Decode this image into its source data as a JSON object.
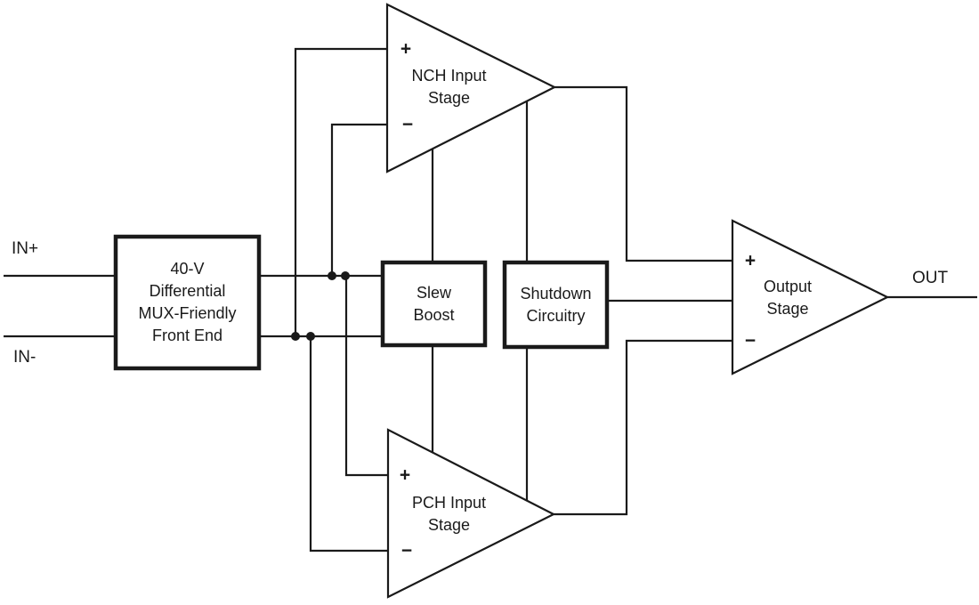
{
  "diagram": {
    "inputs": {
      "in_plus": "IN+",
      "in_minus": "IN-"
    },
    "output": {
      "label": "OUT"
    },
    "blocks": {
      "front_end": {
        "label": "40-V\nDifferential\nMUX-Friendly\nFront End"
      },
      "slew_boost": {
        "label": "Slew\nBoost"
      },
      "shutdown": {
        "label": "Shutdown\nCircuitry"
      },
      "nch_input_stage": {
        "label": "NCH Input\nStage",
        "plus": "+",
        "minus": "−"
      },
      "pch_input_stage": {
        "label": "PCH Input\nStage",
        "plus": "+",
        "minus": "−"
      },
      "output_stage": {
        "label": "Output\nStage",
        "plus": "+",
        "minus": "−"
      }
    },
    "colors": {
      "line": "#1a1a1a",
      "background": "#ffffff"
    }
  }
}
